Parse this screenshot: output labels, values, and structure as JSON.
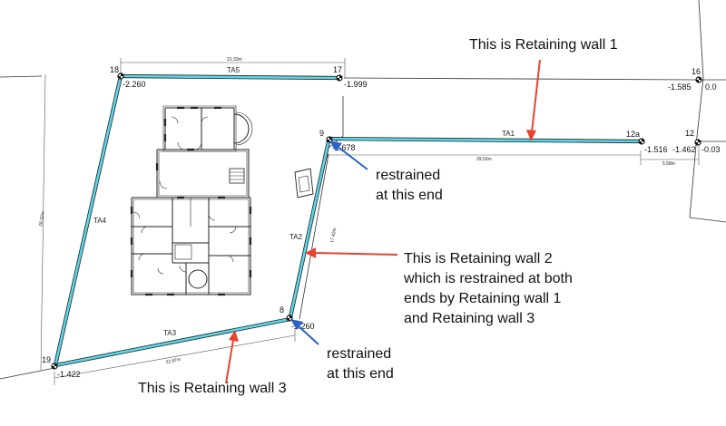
{
  "annotations": {
    "rw1": "This is Retaining wall 1",
    "rw2_line1": "This is Retaining wall 2",
    "rw2_line2": "which is restrained at both",
    "rw2_line3": "ends by Retaining wall 1",
    "rw2_line4": "and Retaining wall 3",
    "rw3": "This is Retaining wall 3",
    "restrained_top_1": "restrained",
    "restrained_top_2": "at this end",
    "restrained_bottom_1": "restrained",
    "restrained_bottom_2": "at this end"
  },
  "points": {
    "p18": {
      "id": "18",
      "level": "-2.260"
    },
    "p17": {
      "id": "17",
      "level": "-1.999"
    },
    "p16": {
      "id": "16",
      "level": "-1.585",
      "extra": "0.0"
    },
    "p9": {
      "id": "9",
      "level": "-1.678"
    },
    "p12a": {
      "id": "12a",
      "level": "-1.516"
    },
    "p12": {
      "id": "12",
      "level": "-1.462",
      "extra": "-0.03"
    },
    "p8": {
      "id": "8",
      "level": "-1.260"
    },
    "p19": {
      "id": "19",
      "level": "-1.422"
    }
  },
  "walls": {
    "ta1": "TA1",
    "ta2": "TA2",
    "ta3": "TA3",
    "ta4": "TA4",
    "ta5": "TA5"
  },
  "dimensions": {
    "top": "21.33m",
    "ta1": "29.52m",
    "right": "5.58m",
    "left": "28.32m",
    "ta2": "17.42m",
    "bottom": "22.87m"
  },
  "colors": {
    "wall": "#5ad6e6",
    "arrow_red": "#e8432e",
    "arrow_blue": "#2a62c9",
    "linework": "#222222"
  }
}
